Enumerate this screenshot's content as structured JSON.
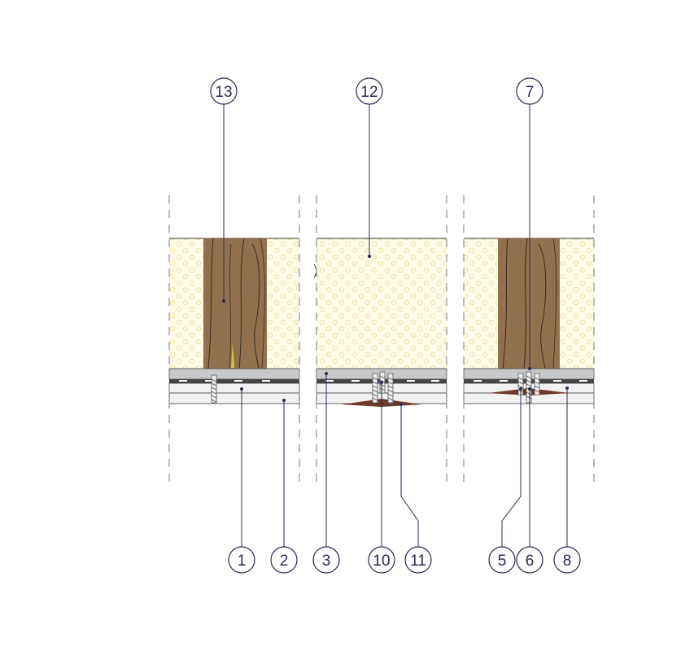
{
  "colors": {
    "insulation": "#fdfbe6",
    "insulation_dot": "#e9e2a6",
    "timber": "#93704d",
    "timber_grain": "#3a2a1c",
    "board_gray": "#c9c9c9",
    "board_light": "#f2f2f2",
    "steel": "#454545",
    "callout": "#2a2a55",
    "dash": "#777777",
    "sealant": "#6b3a2a"
  },
  "callouts": {
    "c1": "1",
    "c2": "2",
    "c3": "3",
    "c5": "5",
    "c6": "6",
    "c7": "7",
    "c8": "8",
    "c10": "10",
    "c11": "11",
    "c12": "12",
    "c13": "13"
  }
}
